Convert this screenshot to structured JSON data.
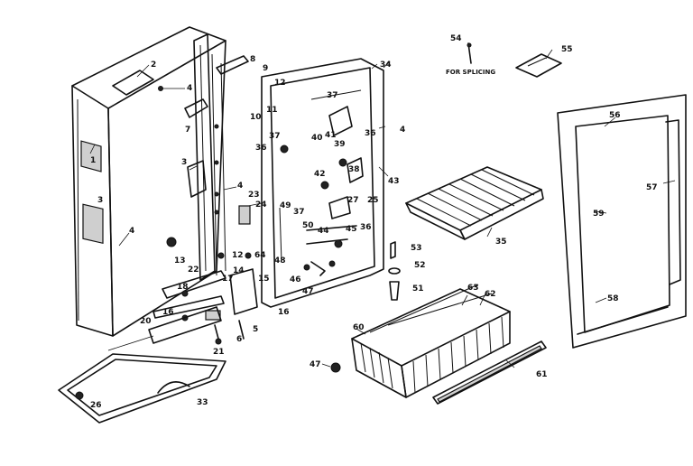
{
  "diagram": {
    "note": "FOR SPLICING",
    "callouts": {
      "c1": "1",
      "c2": "2",
      "c3a": "3",
      "c3b": "3",
      "c4a": "4",
      "c4b": "4",
      "c4c": "4",
      "c4d": "4",
      "c5": "5",
      "c6": "6",
      "c7": "7",
      "c8": "8",
      "c9": "9",
      "c10": "10",
      "c11": "11",
      "c12a": "12",
      "c12b": "12",
      "c13": "13",
      "c14": "14",
      "c15": "15",
      "c16a": "16",
      "c16b": "16",
      "c17": "17",
      "c18": "18",
      "c20": "20",
      "c21": "21",
      "c22": "22",
      "c23": "23",
      "c24": "24",
      "c25": "25",
      "c26": "26",
      "c27": "27",
      "c33": "33",
      "c34": "34",
      "c35": "35",
      "c36a": "36",
      "c36b": "36",
      "c36c": "36",
      "c37a": "37",
      "c37b": "37",
      "c37c": "37",
      "c38": "38",
      "c39": "39",
      "c40": "40",
      "c41": "41",
      "c42": "42",
      "c43": "43",
      "c44": "44",
      "c45": "45",
      "c46": "46",
      "c47a": "47",
      "c47b": "47",
      "c48": "48",
      "c49": "49",
      "c50": "50",
      "c51": "51",
      "c52": "52",
      "c53": "53",
      "c54": "54",
      "c55": "55",
      "c56": "56",
      "c57": "57",
      "c58": "58",
      "c59": "59",
      "c60": "60",
      "c61": "61",
      "c62": "62",
      "c63": "63",
      "c64": "64"
    }
  }
}
